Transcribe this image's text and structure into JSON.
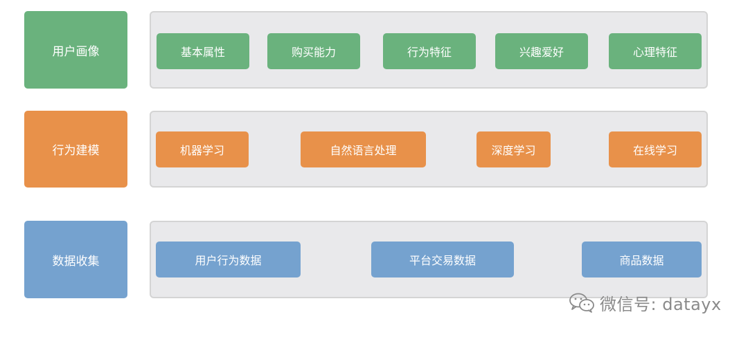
{
  "colors": {
    "green": "#6ab27d",
    "orange": "#e8914a",
    "blue": "#75a2cf",
    "panel_bg": "#e9e9eb",
    "panel_border": "#d4d4d4",
    "watermark": "#8a8a8a"
  },
  "rows": [
    {
      "label": "用户画像",
      "color": "green",
      "items": [
        "基本属性",
        "购买能力",
        "行为特征",
        "兴趣爱好",
        "心理特征"
      ]
    },
    {
      "label": "行为建模",
      "color": "orange",
      "items": [
        "机器学习",
        "自然语言处理",
        "深度学习",
        "在线学习"
      ]
    },
    {
      "label": "数据收集",
      "color": "blue",
      "items": [
        "用户行为数据",
        "平台交易数据",
        "商品数据"
      ]
    }
  ],
  "watermark": {
    "icon": "wechat-icon",
    "text": "微信号: datayx"
  }
}
